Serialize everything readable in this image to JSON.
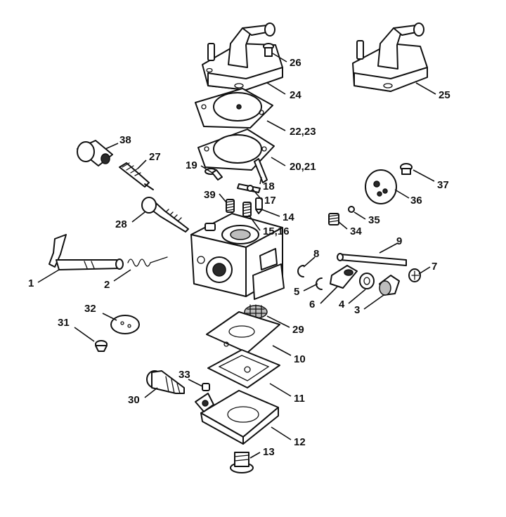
{
  "callouts": [
    {
      "id": "c1",
      "text": "1"
    },
    {
      "id": "c2",
      "text": "2"
    },
    {
      "id": "c3",
      "text": "3"
    },
    {
      "id": "c4",
      "text": "4"
    },
    {
      "id": "c5",
      "text": "5"
    },
    {
      "id": "c6",
      "text": "6"
    },
    {
      "id": "c7",
      "text": "7"
    },
    {
      "id": "c8",
      "text": "8"
    },
    {
      "id": "c9",
      "text": "9"
    },
    {
      "id": "c10",
      "text": "10"
    },
    {
      "id": "c11",
      "text": "11"
    },
    {
      "id": "c12",
      "text": "12"
    },
    {
      "id": "c13",
      "text": "13"
    },
    {
      "id": "c14",
      "text": "14"
    },
    {
      "id": "c15",
      "text": "15,16"
    },
    {
      "id": "c17",
      "text": "17"
    },
    {
      "id": "c18",
      "text": "18"
    },
    {
      "id": "c19",
      "text": "19"
    },
    {
      "id": "c20",
      "text": "20,21"
    },
    {
      "id": "c22",
      "text": "22,23"
    },
    {
      "id": "c24",
      "text": "24"
    },
    {
      "id": "c25",
      "text": "25"
    },
    {
      "id": "c26",
      "text": "26"
    },
    {
      "id": "c27",
      "text": "27"
    },
    {
      "id": "c28",
      "text": "28"
    },
    {
      "id": "c29",
      "text": "29"
    },
    {
      "id": "c30",
      "text": "30"
    },
    {
      "id": "c31",
      "text": "31"
    },
    {
      "id": "c32",
      "text": "32"
    },
    {
      "id": "c33",
      "text": "33"
    },
    {
      "id": "c34",
      "text": "34"
    },
    {
      "id": "c35",
      "text": "35"
    },
    {
      "id": "c36",
      "text": "36"
    },
    {
      "id": "c37",
      "text": "37"
    },
    {
      "id": "c38",
      "text": "38"
    },
    {
      "id": "c39",
      "text": "39"
    }
  ]
}
